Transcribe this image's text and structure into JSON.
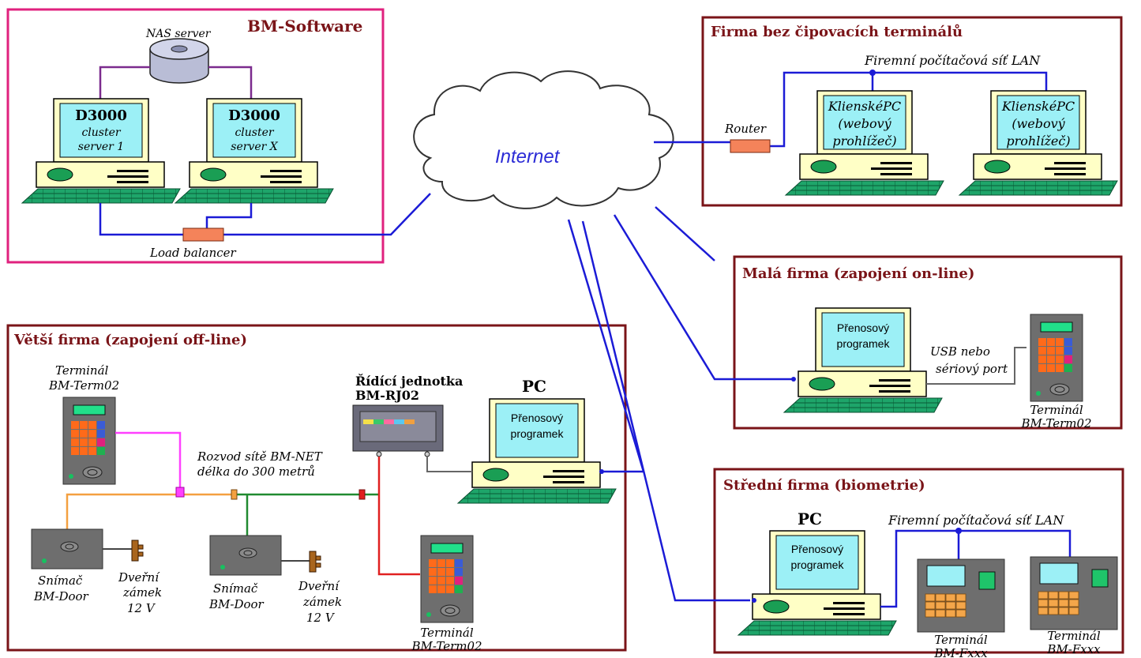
{
  "boxes": {
    "bm_software": "BM-Software",
    "firma_bez": "Firma bez čipovacích terminálů",
    "mala_firma": "Malá firma (zapojení on-line)",
    "vetsi_firma": "Větší firma (zapojení off-line)",
    "stredni_firma": "Střední firma (biometrie)"
  },
  "bm_software": {
    "nas_label": "NAS server",
    "server1": [
      "D3000",
      "cluster",
      "server 1"
    ],
    "serverx": [
      "D3000",
      "cluster",
      "server X"
    ],
    "load_balancer": "Load balancer"
  },
  "internet": "Internet",
  "firma_bez": {
    "lan_label": "Firemní počítačová síť LAN",
    "router": "Router",
    "client_pc": [
      "KlienskéPC",
      "(webový",
      "prohlížeč)"
    ]
  },
  "mala_firma": {
    "pc_screen": [
      "Přenosový",
      "programek"
    ],
    "link_label": [
      "USB nebo",
      "sériový port"
    ],
    "terminal": [
      "Terminál",
      "BM-Term02"
    ]
  },
  "vetsi_firma": {
    "terminal_top": [
      "Terminál",
      "BM-Term02"
    ],
    "rj": [
      "Řídící jednotka",
      "BM-RJ02"
    ],
    "pc_label": "PC",
    "pc_screen": [
      "Přenosový",
      "programek"
    ],
    "bus": [
      "Rozvod sítě BM-NET",
      "délka do 300 metrů"
    ],
    "reader": [
      "Snímač",
      "BM-Door"
    ],
    "lock": [
      "Dveřní",
      "zámek",
      "12 V"
    ],
    "terminal_bottom": [
      "Terminál",
      "BM-Term02"
    ]
  },
  "stredni_firma": {
    "pc_label": "PC",
    "lan_label": "Firemní počítačová síť LAN",
    "pc_screen": [
      "Přenosový",
      "programek"
    ],
    "terminal": [
      "Terminál",
      "BM-Fxxx"
    ]
  },
  "colors": {
    "pink_border": "#e0217e",
    "maroon_border": "#7a1418",
    "network_blue": "#1b1bd6",
    "pc_yellow": "#ffffc6",
    "screen_cyan": "#9cf0f6",
    "keyboard_green": "#1ea56a",
    "terminal_gray": "#6e6e6e"
  }
}
